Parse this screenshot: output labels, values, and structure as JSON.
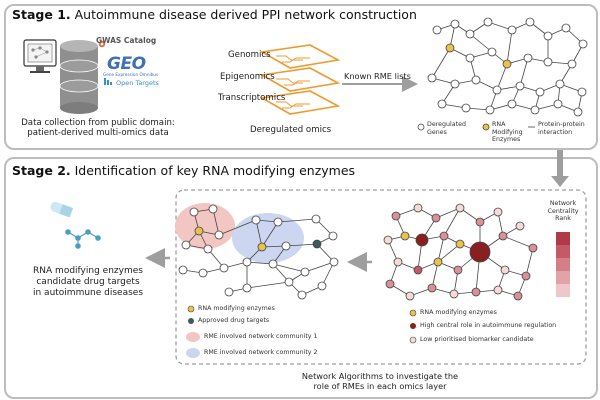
{
  "stage1": {
    "title_bold": "Stage 1.",
    "title_rest": "Autoimmune disease derived PPI network construction",
    "data_sources": [
      "GWAS Catalog",
      "GEO",
      "Gene Expression Omnibus",
      "Open Targets"
    ],
    "data_caption_line1": "Data collection from public domain:",
    "data_caption_line2": "patient-derived multi-omics data",
    "omics_layers": [
      "Genomics",
      "Epigenomics",
      "Transcriptomics"
    ],
    "omics_caption": "Deregulated omics",
    "arrow_label": "Known RME lists",
    "legend": {
      "deregulated_line1": "Deregulated",
      "deregulated_line2": "Genes",
      "rme_line1": "RNA",
      "rme_line2": "Modifying",
      "rme_line3": "Enzymes",
      "ppi_line1": "Protein-protein",
      "ppi_line2": "interaction"
    }
  },
  "stage2": {
    "title_bold": "Stage 2.",
    "title_rest": "Identification of key RNA modifying enzymes",
    "result_line1": "RNA modifying enzymes",
    "result_line2": "candidate drug targets",
    "result_line3": "in autoimmune diseases",
    "left_legend": [
      "RNA modifying enzymes",
      "Approved drug targets",
      "RME involved network community 1",
      "RME involved network community 2"
    ],
    "right_legend": [
      "RNA modifying enzymes",
      "High central role in autoimmune regulation",
      "Low prioritised biomarker candidate"
    ],
    "rank_line1": "Network",
    "rank_line2": "Centrality",
    "rank_line3": "Rank",
    "bottom_line1": "Network Algorithms to investigate the",
    "bottom_line2": "role of RMEs in each omics layer"
  },
  "colors": {
    "rme": "#e8c24a",
    "drug": "#3d5a5c",
    "community1": "#f2c6c2",
    "community2": "#ccd6f0",
    "high_central": "#8a1f1f",
    "low_priority": "#f6dada",
    "panel_border": "#bdbdbd",
    "omics": "#ef9a2e",
    "rank_scale": [
      "#b03a48",
      "#c45a66",
      "#d47e87",
      "#e2a2a8",
      "#efc6c9"
    ]
  }
}
